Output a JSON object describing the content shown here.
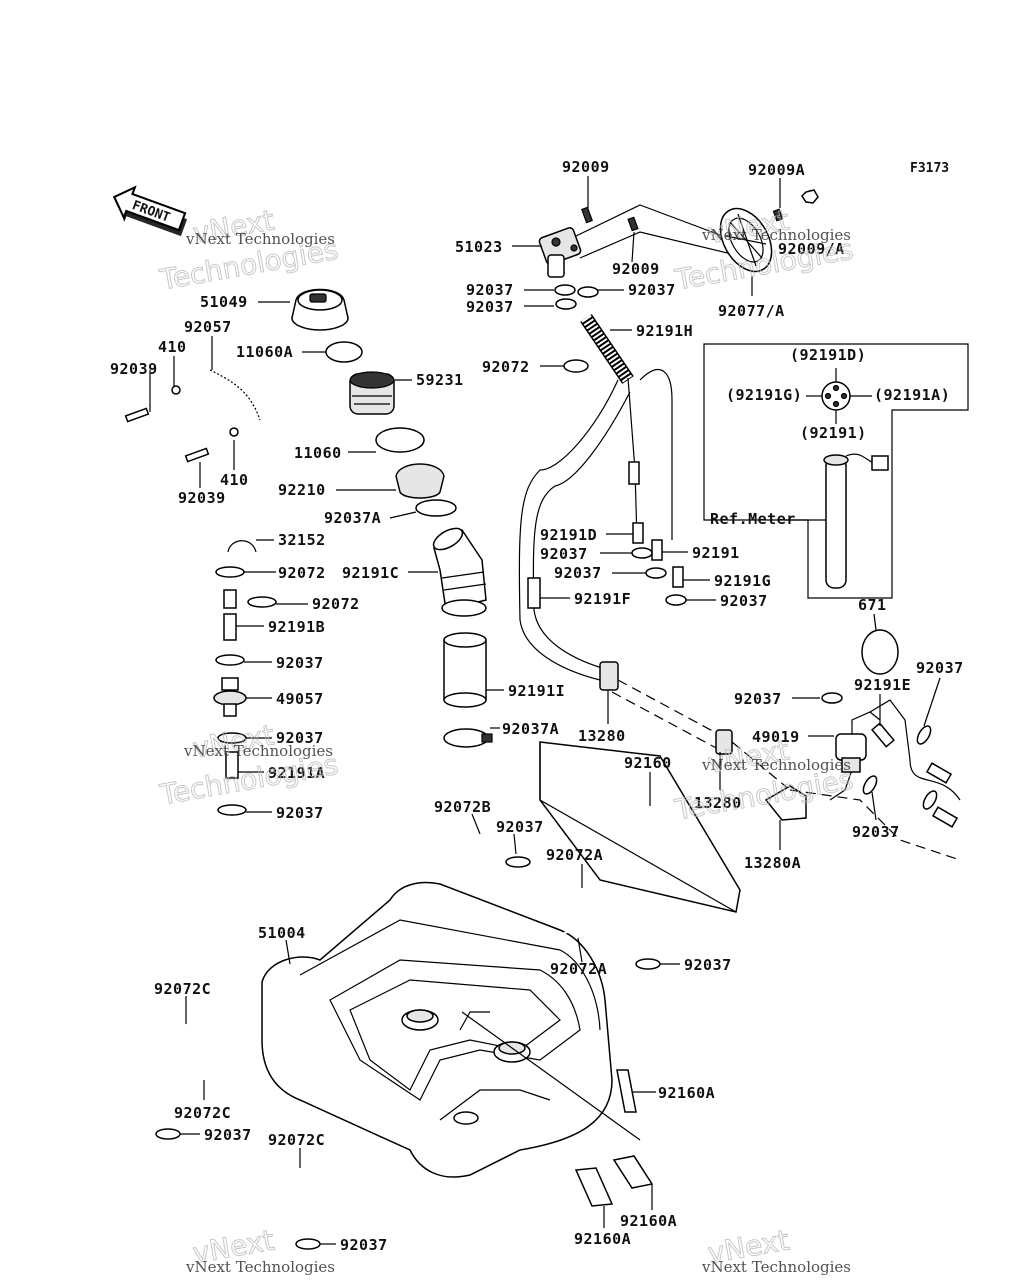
{
  "figure_code": "F3173",
  "front_arrow_label": "FRONT",
  "ref_meter_label": "Ref.Meter",
  "watermark_line1": "vNext",
  "watermark_line2": "Technologies",
  "watermark_small": "vNext Technologies",
  "labels": {
    "p92009_top": "92009",
    "p92009a": "92009A",
    "p51023": "51023",
    "p92009_mid": "92009",
    "p92009_over": "92009/A",
    "p92037_a": "92037",
    "p92037_b": "92037",
    "p92037_c": "92037",
    "p92077a": "92077/A",
    "p92191h": "92191H",
    "p51049": "51049",
    "p92057": "92057",
    "p410_a": "410",
    "p92039_a": "92039",
    "p11060a": "11060A",
    "p59231": "59231",
    "p92072_a": "92072",
    "p11060": "11060",
    "p410_b": "410",
    "p92210": "92210",
    "p92039_b": "92039",
    "p92037a_a": "92037A",
    "p32152": "32152",
    "p92072_b": "92072",
    "p92191c": "92191C",
    "p92072_c": "92072",
    "p92191b": "92191B",
    "p92037_d": "92037",
    "p49057": "49057",
    "p92037_e": "92037",
    "p92191a_left": "92191A",
    "p92037_f": "92037",
    "p92191d_label": "92191D",
    "p92037_g": "92037",
    "p92191": "92191",
    "p92037_h": "92037",
    "p92191g": "92191G",
    "p92191f": "92191F",
    "p92037_i": "92037",
    "p92191i": "92191I",
    "p92037a_b": "92037A",
    "p13280": "13280",
    "p92160": "92160",
    "p13280b": "13280",
    "p13280a": "13280A",
    "p671": "671",
    "p92037_j": "92037",
    "p92191e": "92191E",
    "p92037_k": "92037",
    "p49019": "49019",
    "p92037_l": "92037",
    "p92072b": "92072B",
    "p92037_m": "92037",
    "p92072a_top": "92072A",
    "p92072a_bot": "92072A",
    "p92037_n": "92037",
    "p51004": "51004",
    "p92072c_a": "92072C",
    "p92072c_b": "92072C",
    "p92037_o": "92037",
    "p92072c_c": "92072C",
    "p92037_p": "92037",
    "p92160a_a": "92160A",
    "p92160a_b": "92160A",
    "p92160a_c": "92160A",
    "meter_d": "(92191D)",
    "meter_g": "(92191G)",
    "meter_a": "(92191A)",
    "meter_n": "(92191)"
  }
}
